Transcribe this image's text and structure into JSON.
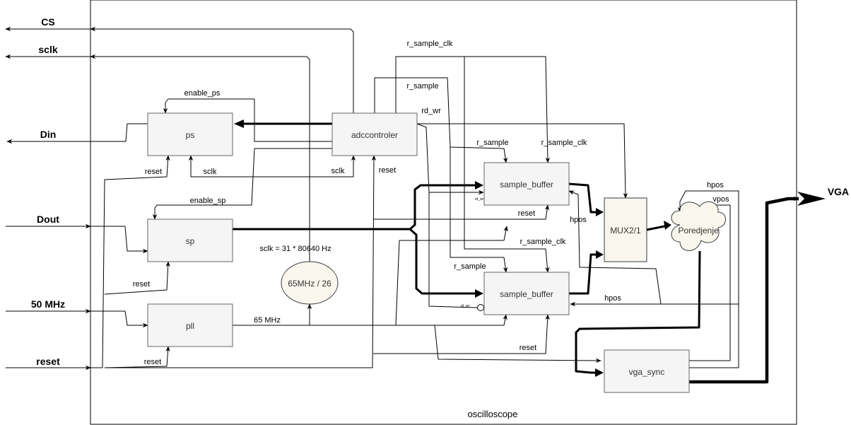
{
  "ports": {
    "cs": "CS",
    "sclk": "sclk",
    "din": "Din",
    "dout": "Dout",
    "clk50": "50 MHz",
    "reset": "reset",
    "vga": "VGA"
  },
  "blocks": {
    "ps": "ps",
    "adccontroler": "adccontroler",
    "sp": "sp",
    "pll": "pll",
    "divider": "65MHz / 26",
    "sample_buffer_top": "sample_buffer",
    "sample_buffer_bottom": "sample_buffer",
    "mux": "MUX2/1",
    "poredjenje": "Poredjenje",
    "vga_sync": "vga_sync"
  },
  "signals": {
    "enable_ps": "enable_ps",
    "enable_sp": "enable_sp",
    "reset_ps": "reset",
    "sclk_ps": "sclk",
    "sclk_adc": "sclk",
    "reset_adc": "reset",
    "reset_sp": "reset",
    "reset_pll": "reset",
    "r_sample_clk_top": "r_sample_clk",
    "r_sample_top": "r_sample",
    "rd_wr": "rd_wr",
    "r_sample_sb1": "r_sample",
    "r_sample_clk_sb1": "r_sample_clk",
    "rd_wr_tiny_1": "rd_wr",
    "reset_sb1": "reset",
    "hpos_mux": "hpos",
    "sclk_formula": "sclk = 31 * 80640 Hz",
    "r_sample_clk_sb2": "r_sample_clk",
    "r_sample_sb2": "r_sample",
    "rd_wr_tiny_2": "rd_wr",
    "hpos_sb2": "hpos",
    "freq_65": "65 MHz",
    "reset_vga": "reset",
    "hpos_vga": "hpos",
    "vpos_vga": "vpos"
  },
  "caption": "oscilloscope"
}
